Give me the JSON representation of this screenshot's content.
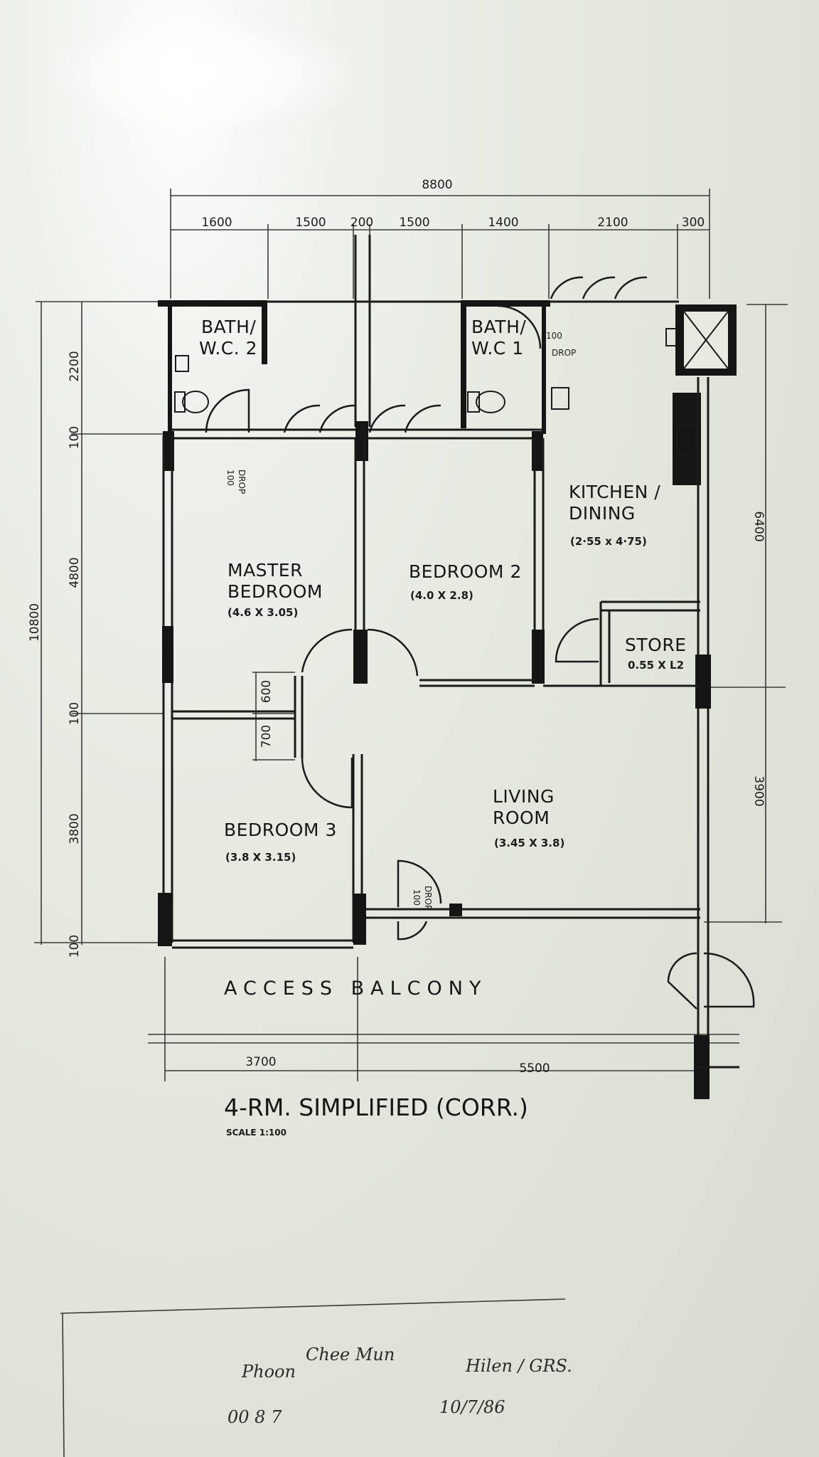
{
  "plan": {
    "title": "4-RM. SIMPLIFIED (CORR.)",
    "scale": "SCALE 1:100",
    "top_dimensions": {
      "overall": "8800",
      "segments": [
        "1600",
        "1500",
        "200",
        "1500",
        "1400",
        "2100",
        "300"
      ]
    },
    "left_dimensions": {
      "overall": "10800",
      "segments": [
        "2200",
        "100",
        "4800",
        "100",
        "3800",
        "100"
      ],
      "doors": [
        "600",
        "700"
      ]
    },
    "right_dimensions": [
      "6400",
      "3900"
    ],
    "bottom_dimensions": [
      "3700",
      "5500"
    ],
    "rooms": {
      "bath2": "BATH/\nW.C. 2",
      "bath2_line1": "BATH/",
      "bath2_line2": "W.C. 2",
      "bath1_line1": "BATH/",
      "bath1_line2": "W.C 1",
      "kitchen_line1": "KITCHEN /",
      "kitchen_line2": "DINING",
      "kitchen_size": "(2·55 x 4·75)",
      "master_line1": "MASTER",
      "master_line2": "BEDROOM",
      "master_size": "(4.6 X 3.05)",
      "bedroom2": "BEDROOM 2",
      "bedroom2_size": "(4.0 X 2.8)",
      "store": "STORE",
      "store_size": "0.55 X L2",
      "bedroom3": "BEDROOM 3",
      "bedroom3_size": "(3.8 X 3.15)",
      "living_line1": "LIVING",
      "living_line2": "ROOM",
      "living_size": "(3.45 X 3.8)",
      "balcony": "ACCESS BALCONY"
    },
    "drops": {
      "drop_label_num": "100",
      "drop_label_word": "DROP"
    }
  },
  "annotation": {
    "name_line1": "Chee Mun",
    "name_line2": "Phoon",
    "ref": "Hilen / GRS.",
    "code": "00 8 7",
    "date": "10/7/86"
  }
}
